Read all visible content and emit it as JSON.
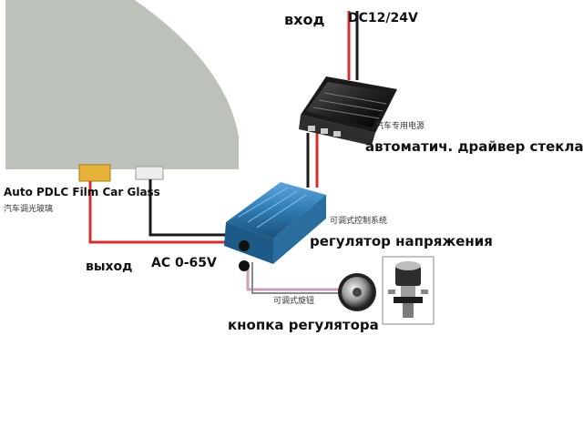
{
  "labels": {
    "input": "вход",
    "dc_voltage": "DC12/24V",
    "power_supply_cn": "汽车专用电源",
    "auto_driver": "автоматич. драйвер стекла",
    "glass_title": "Auto PDLC Film Car Glass",
    "glass_cn": "汽车调光玻璃",
    "controller_cn": "可调式控制系统",
    "voltage_regulator": "регулятор напряжения",
    "output": "выход",
    "ac_voltage": "AC 0-65V",
    "knob_cn": "可调式旋钮",
    "regulator_button": "кнопка регулятора"
  },
  "colors": {
    "glass": "#bcc1b9",
    "wire_red": "#d32f2f",
    "wire_black": "#1a1a1a",
    "controller_blue": "#2f7bb3",
    "inverter_body": "#2b2b2b",
    "connector_gold": "#e6b23a"
  }
}
